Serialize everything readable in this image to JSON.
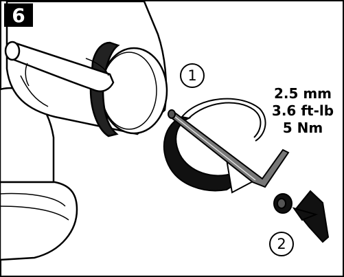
{
  "step": {
    "number": "6"
  },
  "callouts": {
    "one": "1",
    "two": "2"
  },
  "specs": {
    "size": "2.5 mm",
    "torque_ftlb": "3.6 ft-lb",
    "torque_nm": "5 Nm"
  }
}
